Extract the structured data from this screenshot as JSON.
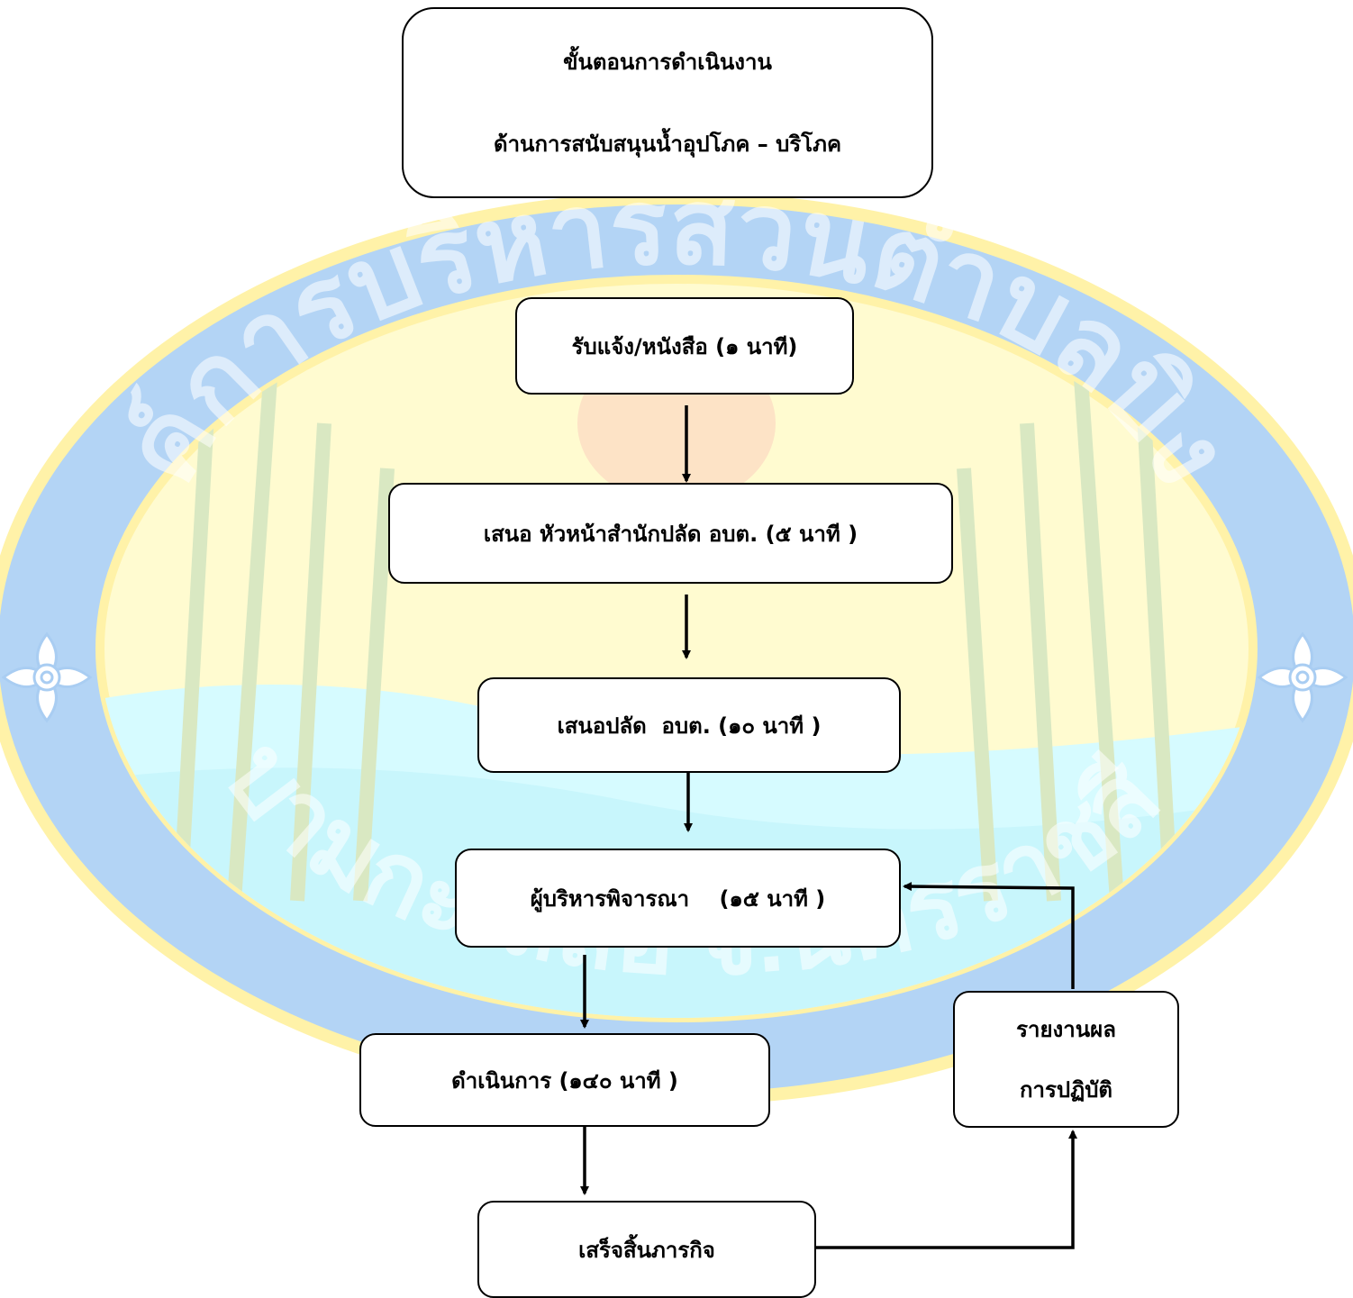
{
  "title": {
    "line1": "ขั้นตอนการดำเนินงาน",
    "line2": "ด้านการสนับสนุนน้ำอุปโภค – บริโภค"
  },
  "watermark": {
    "top_text": "องค์การบริหารส่วนตำบลบิงอัง",
    "bottom_text": "อ.บามกะเลสอ จ.นครราชสีมา",
    "colors": {
      "ring": "#b3d4f5",
      "ring_border": "#fff2a8",
      "inner": "#fffbd0",
      "water": "#d6fbff",
      "bamboo": "#d9e8c2",
      "emblem": "#a9cdf2"
    },
    "icons": [
      "lotus-icon",
      "lotus-icon"
    ]
  },
  "steps": [
    {
      "id": "receive",
      "label": "รับแจ้ง/หนังสือ (๑ นาที)"
    },
    {
      "id": "propose-head",
      "label": "เสนอ หัวหน้าสำนักปลัด อบต. (๕ นาที )"
    },
    {
      "id": "propose-clerk",
      "label": "เสนอปลัด  อบต. (๑๐ นาที )"
    },
    {
      "id": "consider",
      "label": "ผู้บริหารพิจารณา    (๑๕ นาที )"
    },
    {
      "id": "operate",
      "label": "ดำเนินการ (๑๔๐ นาที )"
    },
    {
      "id": "complete",
      "label": "เสร็จสิ้นภารกิจ"
    }
  ],
  "report": {
    "line1": "รายงานผล",
    "line2": "การปฏิบัติ"
  }
}
